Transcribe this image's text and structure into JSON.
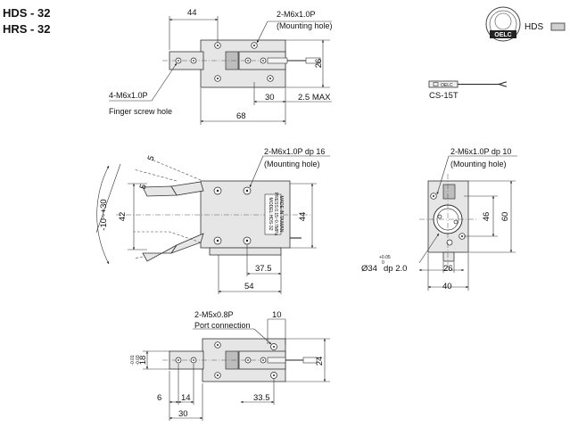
{
  "titles": {
    "model_1": "HDS - 32",
    "model_2": "HRS - 32"
  },
  "legend": {
    "label": "HDS",
    "logo_text": "OELC"
  },
  "sensor": {
    "label": "CS-15T",
    "body_text": "OELC"
  },
  "top_view": {
    "dim_top": "44",
    "mounting_hole": "2-M6x1.0P",
    "mounting_hole_note": "(Mounting hole)",
    "dim_height": "26",
    "finger_screw": "4-M6x1.0P",
    "finger_screw_note": "Finger screw hole",
    "dim_30": "30",
    "dim_max": "2.5 MAX",
    "dim_68": "68"
  },
  "side_view": {
    "mounting_hole": "2-M6x1.0P dp 16",
    "mounting_hole_note": "(Mounting hole)",
    "dim_5a": "5",
    "dim_5b": "5",
    "dim_angle": "-10~+30",
    "dim_42": "42",
    "dim_44": "44",
    "dim_37_5": "37.5",
    "dim_54": "54",
    "label_lines": [
      "MODEL:HDS-32",
      "PRESS:0.15~0.7MPa",
      "MADE IN TAIWAN"
    ]
  },
  "end_view": {
    "mounting_hole": "2-M6x1.0P dp 10",
    "mounting_hole_note": "(Mounting hole)",
    "dim_46": "46",
    "dim_60": "60",
    "bore_dia": "Ø34",
    "bore_tol_upper": "+0.05",
    "bore_tol_lower": "0",
    "bore_depth": "dp 2.0",
    "dim_26": "26",
    "dim_40": "40"
  },
  "bottom_view": {
    "port": "2-M5x0.8P",
    "port_note": "Port connection",
    "dim_10": "10",
    "dim_18": "18",
    "tol_upper": "-0.01",
    "tol_lower": "-0.03",
    "dim_24": "24",
    "dim_6": "6",
    "dim_14": "14",
    "dim_33_5": "33.5",
    "dim_30": "30"
  }
}
